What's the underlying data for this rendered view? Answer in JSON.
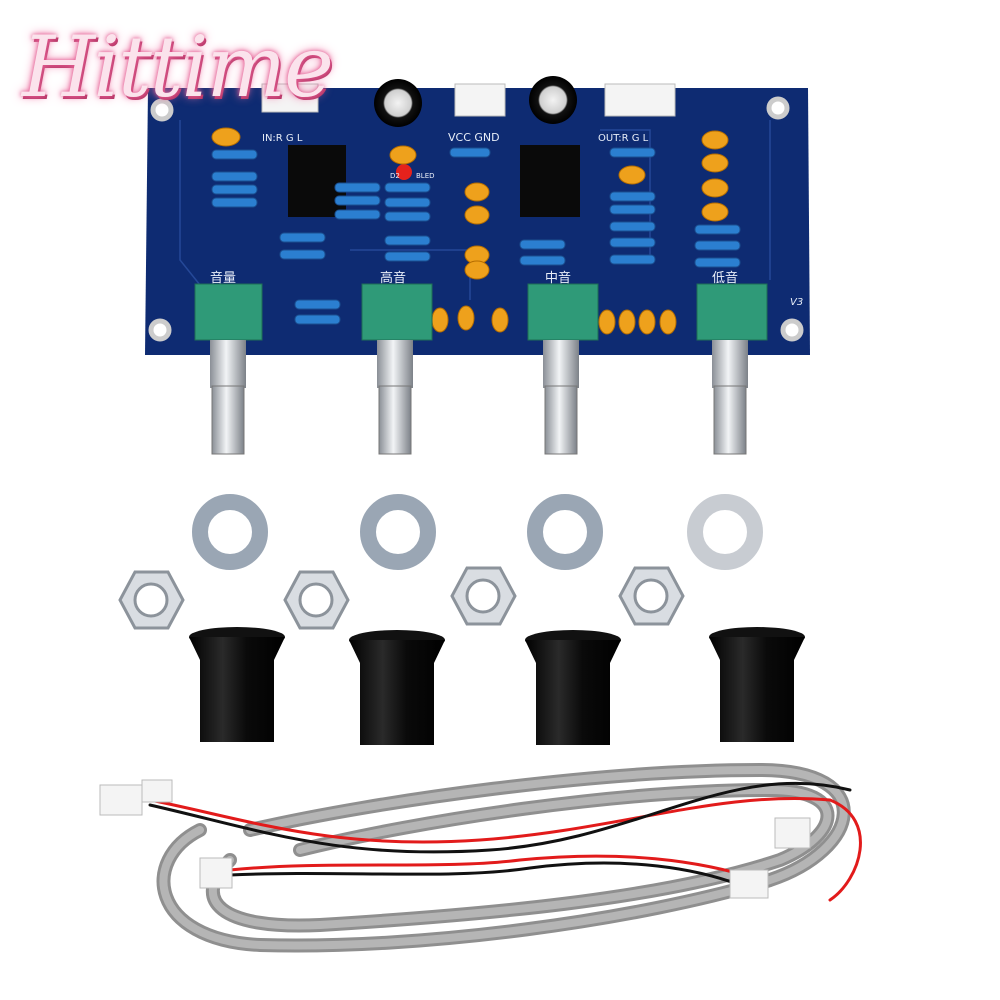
{
  "logo": {
    "text": "Hittime",
    "color": "#f07aa8"
  },
  "board": {
    "color": "#0e2b72",
    "labels": {
      "input": "IN:R  G  L",
      "power": "VCC GND",
      "output": "OUT:R  G  L",
      "led": "D2",
      "led_ref": "BLED",
      "version": "V3"
    },
    "pots": [
      {
        "label": "音量"
      },
      {
        "label": "高音"
      },
      {
        "label": "中音"
      },
      {
        "label": "低音"
      }
    ]
  },
  "accessories": {
    "washers": 4,
    "nuts": 4,
    "knobs": 4
  },
  "cable": {
    "wire_colors": [
      "#9a9a9a",
      "#e21b1b",
      "#111111"
    ]
  }
}
